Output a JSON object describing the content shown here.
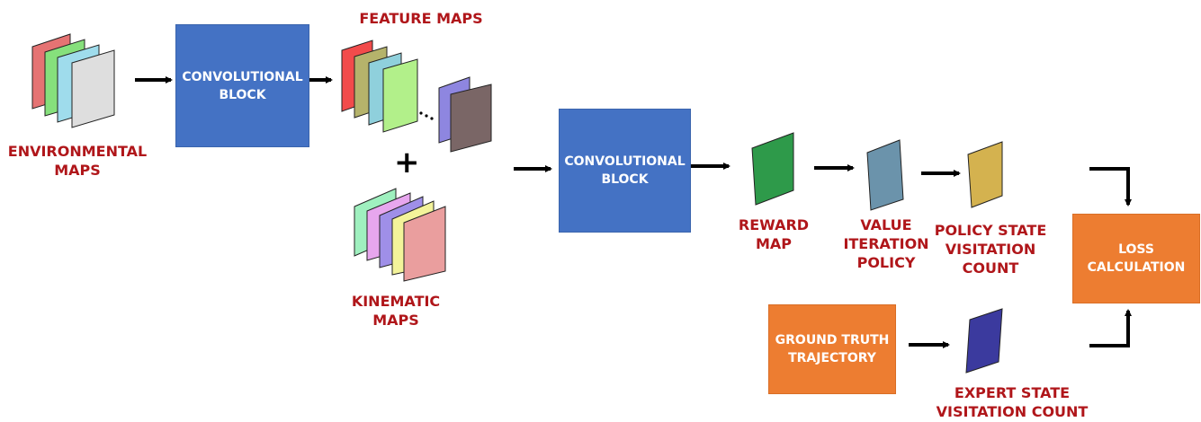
{
  "labels": {
    "feature_maps": "FEATURE MAPS",
    "environmental_maps": [
      "ENVIRONMENTAL",
      "MAPS"
    ],
    "kinematic_maps": [
      "KINEMATIC",
      "MAPS"
    ],
    "reward_map": [
      "REWARD",
      "MAP"
    ],
    "value_iteration_policy": [
      "VALUE",
      "ITERATION",
      "POLICY"
    ],
    "policy_state_visitation_count": [
      "POLICY STATE",
      "VISITATION",
      "COUNT"
    ],
    "expert_state_visitation_count": [
      "EXPERT STATE",
      "VISITATION COUNT"
    ]
  },
  "boxes": {
    "conv_block_1": [
      "CONVOLUTIONAL",
      "BLOCK"
    ],
    "conv_block_2": [
      "CONVOLUTIONAL",
      "BLOCK"
    ],
    "ground_truth_trajectory": [
      "GROUND TRUTH",
      "TRAJECTORY"
    ],
    "loss_calculation": [
      "LOSS",
      "CALCULATION"
    ]
  },
  "symbols": {
    "plus": "+",
    "ellipsis": "..."
  },
  "colors": {
    "label_red": "#b0161a",
    "conv_blue": "#4472c4",
    "box_orange": "#ed7d31",
    "reward_green": "#2e9a4a",
    "value_blue_gray": "#6b93ab",
    "policy_gold": "#d4b24f",
    "expert_indigo": "#3b3a9e"
  }
}
